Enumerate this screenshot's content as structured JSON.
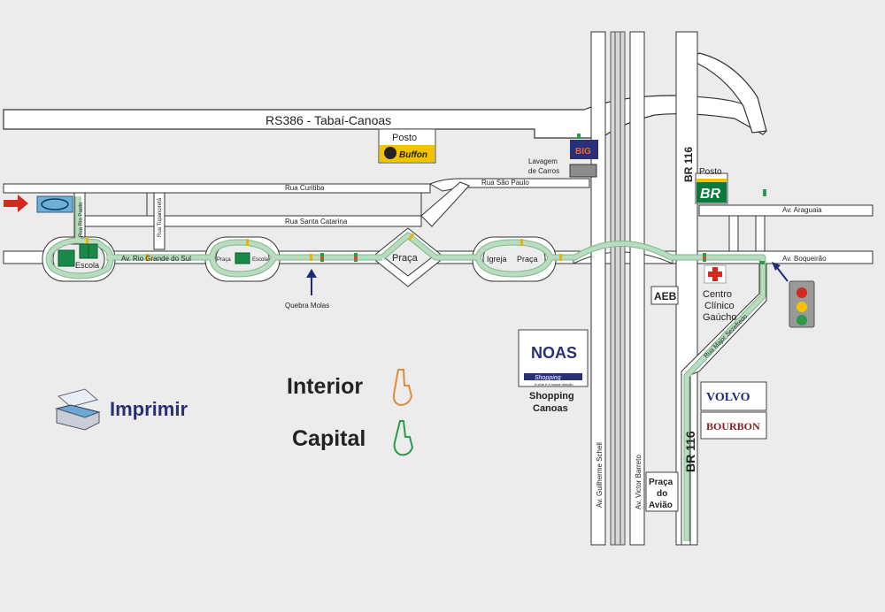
{
  "roads": {
    "rs386": "RS386 - Tabaí-Canoas",
    "curitiba": "Rua Curitiba",
    "sao_paulo": "Rua São Paulo",
    "santa_catarina": "Rua Santa Catarina",
    "rio_grande": "Av. Rio Grande do Sul",
    "rio_pardo": "Rua Rio Pardo",
    "tupaciretã": "Rua Tupanciretã",
    "araguaia": "Av. Araguaia",
    "boqueirao": "Av. Boqueirão",
    "major": "Rua Major Sezefredo",
    "br116_top": "BR 116",
    "br116_bottom": "BR 116",
    "guilherme": "Av. Guilherme Schell",
    "victor": "Av. Victor Barreto"
  },
  "places": {
    "posto_buffon_title": "Posto",
    "posto_buffon_brand": "Buffon",
    "big": "BIG",
    "lavagem": [
      "Lavagem",
      "de Carros"
    ],
    "posto_br_title": "Posto",
    "posto_br_brand": "BR",
    "escola1": "Escola",
    "praca_small": "Praça",
    "escola2": "Escola",
    "praca_center": "Praça",
    "igreja": "Igreja",
    "praca_igreja": "Praça",
    "quebra": "Quebra Molas",
    "centro": [
      "Centro",
      "Clínico",
      "Gaúcho"
    ],
    "aeb": "AEB",
    "shopping_logo": "NOAS",
    "shopping_sub": "Shopping",
    "shopping_tag": "A vida é a nossa direção",
    "shopping_name": [
      "Shopping",
      "Canoas"
    ],
    "praca_aviao": [
      "Praça",
      "do",
      "Avião"
    ],
    "volvo": "VOLVO",
    "bourbon": "BOURBON"
  },
  "legend": {
    "interior": "Interior",
    "capital": "Capital"
  },
  "print_label": "Imprimir",
  "colors": {
    "route": "#b9dcc0",
    "route_edge": "#7fb88b",
    "road": "#ffffff",
    "road_edge": "#333333",
    "legend_interior": "#e08a3c",
    "legend_capital": "#2b9a4a",
    "print_text": "#2a2f7a"
  }
}
